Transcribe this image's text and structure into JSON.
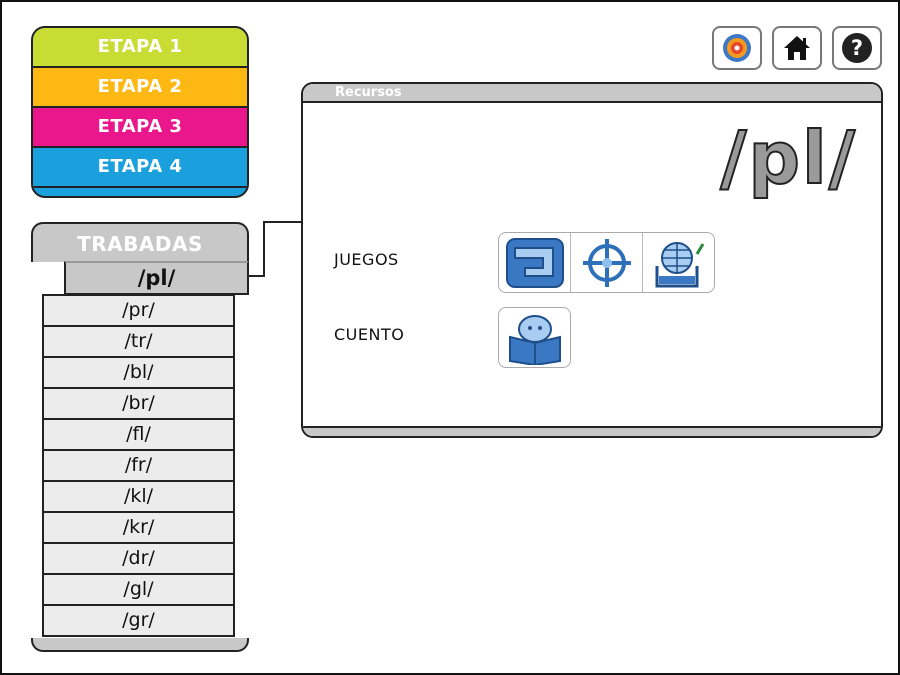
{
  "etapas": [
    {
      "label": "ETAPA 1",
      "color": "#c9dc34"
    },
    {
      "label": "ETAPA 2",
      "color": "#fdb813"
    },
    {
      "label": "ETAPA 3",
      "color": "#e9168c"
    },
    {
      "label": "ETAPA 4",
      "color": "#1aa0dd"
    }
  ],
  "toolbar": {
    "icons": [
      "target-icon",
      "home-icon",
      "help-icon"
    ]
  },
  "trabadas": {
    "title": "TRABADAS",
    "selected": "/pl/",
    "items": [
      "/pr/",
      "/tr/",
      "/bl/",
      "/br/",
      "/fl/",
      "/fr/",
      "/kl/",
      "/kr/",
      "/dr/",
      "/gl/",
      "/gr/"
    ]
  },
  "recursos": {
    "header": "Recursos",
    "title": "/pl/",
    "juegos_label": "JUEGOS",
    "cuento_label": "CUENTO",
    "juegos_icons": [
      "maze-game-icon",
      "crosshair-game-icon",
      "bingo-game-icon"
    ],
    "cuento_icons": [
      "story-book-icon"
    ]
  }
}
